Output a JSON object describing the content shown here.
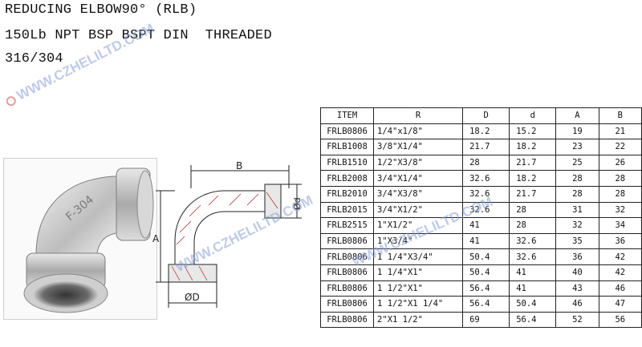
{
  "title": {
    "line1": "REDUCING ELBOW90° (RLB)",
    "line2": "150Lb NPT BSP BSPT DIN  THREADED",
    "line3": "316/304"
  },
  "watermark": "WWW.CZHELILTD.COM",
  "photo": {
    "stamp": "F-304"
  },
  "drawing": {
    "label_B": "B",
    "label_A": "A",
    "label_d": "Ød",
    "label_D": "ØD"
  },
  "table": {
    "headers": [
      "ITEM",
      "R",
      "D",
      "d",
      "A",
      "B"
    ],
    "rows": [
      [
        "FRLB0806",
        "1/4\"x1/8\"",
        "18.2",
        "15.2",
        "19",
        "21"
      ],
      [
        "FRLB1008",
        "3/8\"X1/4\"",
        "21.7",
        "18.2",
        "23",
        "22"
      ],
      [
        "FRLB1510",
        "1/2\"X3/8\"",
        "28",
        "21.7",
        "25",
        "26"
      ],
      [
        "FRLB2008",
        "3/4\"X1/4\"",
        "32.6",
        "18.2",
        "28",
        "28"
      ],
      [
        "FRLB2010",
        "3/4\"X3/8\"",
        "32.6",
        "21.7",
        "28",
        "28"
      ],
      [
        "FRLB2015",
        "3/4\"X1/2\"",
        "32.6",
        "28",
        "31",
        "32"
      ],
      [
        "FRLB2515",
        "1\"X1/2\"",
        "41",
        "28",
        "32",
        "34"
      ],
      [
        "FRLB0806",
        "1\"X3/4\"",
        "41",
        "32.6",
        "35",
        "36"
      ],
      [
        "FRLB0806",
        "1 1/4\"X3/4\"",
        "50.4",
        "32.6",
        "36",
        "42"
      ],
      [
        "FRLB0806",
        "1 1/4\"X1\"",
        "50.4",
        "41",
        "40",
        "42"
      ],
      [
        "FRLB0806",
        "1 1/2\"X1\"",
        "56.4",
        "41",
        "43",
        "46"
      ],
      [
        "FRLB0806",
        "1 1/2\"X1 1/4\"",
        "56.4",
        "50.4",
        "46",
        "47"
      ],
      [
        "FRLB0806",
        "2\"X1 1/2\"",
        "69",
        "56.4",
        "52",
        "56"
      ]
    ]
  }
}
